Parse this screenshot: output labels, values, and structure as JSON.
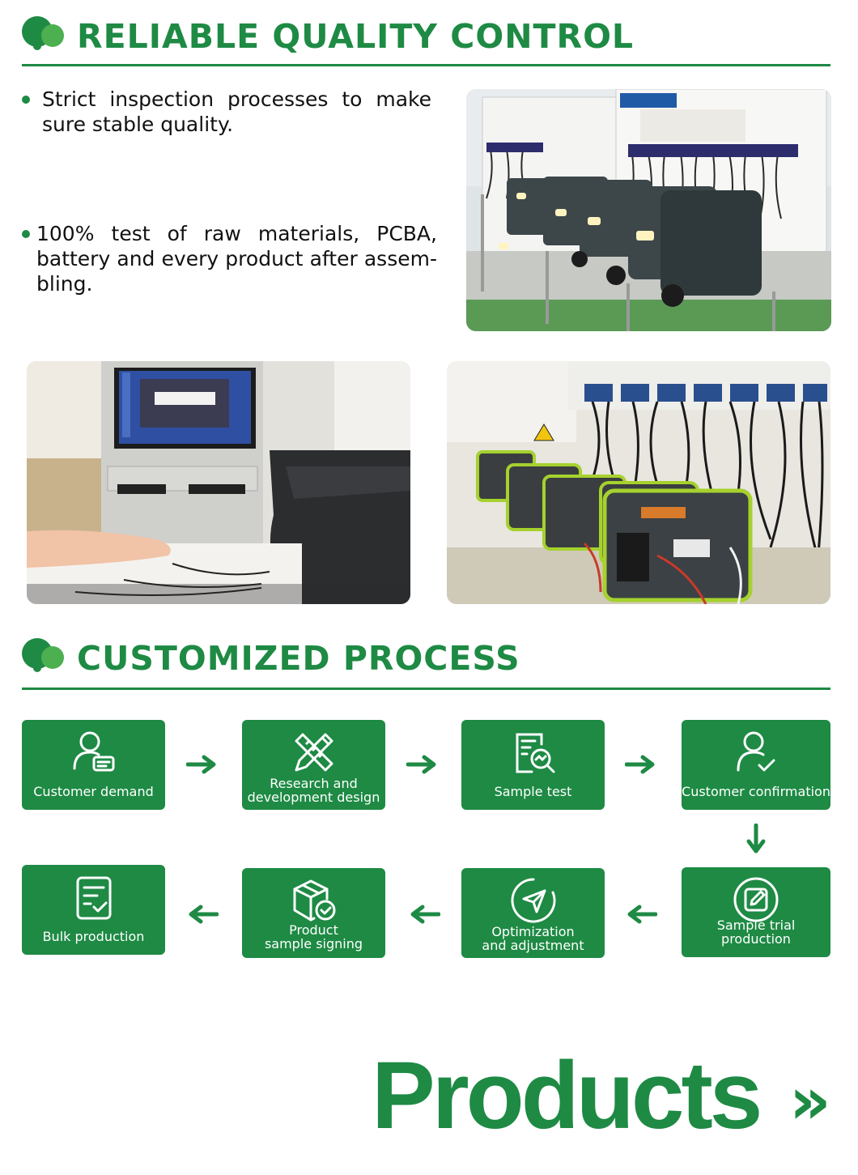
{
  "quality": {
    "title": "RELIABLE QUALITY CONTROL",
    "bullet1": "Strict inspection processes to make sure stable quality.",
    "bullet2": "100% test of raw materials, PCBA, battery and every product after assem-bling."
  },
  "process": {
    "title": "CUSTOMIZED PROCESS",
    "steps": [
      {
        "label": "Customer demand",
        "icon": "user-chat-icon"
      },
      {
        "label": "Research and\ndevelopment design",
        "icon": "ruler-pencil-icon"
      },
      {
        "label": "Sample test",
        "icon": "document-search-icon"
      },
      {
        "label": "Customer confirmation",
        "icon": "user-check-icon"
      },
      {
        "label": "Sample trial production",
        "icon": "edit-circle-icon"
      },
      {
        "label": "Optimization\nand adjustment",
        "icon": "send-circle-icon"
      },
      {
        "label": "Product\nsample signing",
        "icon": "box-check-icon"
      },
      {
        "label": "Bulk production",
        "icon": "clipboard-check-icon"
      }
    ]
  },
  "footer": {
    "products": "Products",
    "chevron": "»"
  },
  "colors": {
    "brand_green": "#1e8a44",
    "light_green": "#4caf50"
  }
}
